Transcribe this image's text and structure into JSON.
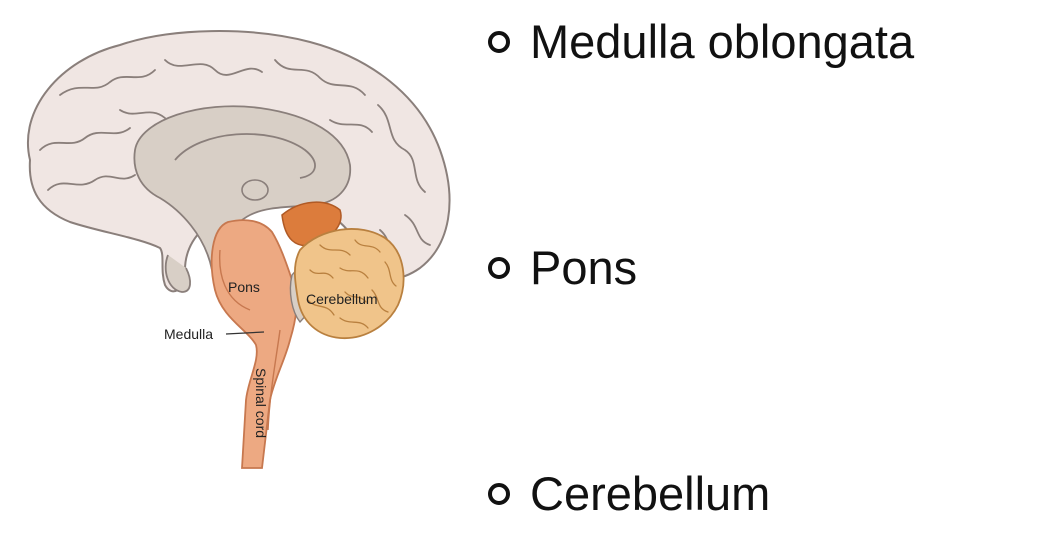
{
  "figure": {
    "labels": {
      "pons": "Pons",
      "cerebellum": "Cerebellum",
      "medulla": "Medulla",
      "spinal_cord": "Spinal cord"
    },
    "colors": {
      "cerebrum": "#f0e6e3",
      "cerebrum_outline": "#8a7f7b",
      "inner": "#d8cfc6",
      "brainstem": "#eda982",
      "brainstem_outline": "#c7784f",
      "cerebellum": "#f0c48a",
      "cerebellum_outline": "#b9803f",
      "midbrain": "#dc7c3c"
    }
  },
  "bullets": [
    {
      "text": "Medulla oblongata"
    },
    {
      "text": "Pons"
    },
    {
      "text": "Cerebellum"
    }
  ]
}
